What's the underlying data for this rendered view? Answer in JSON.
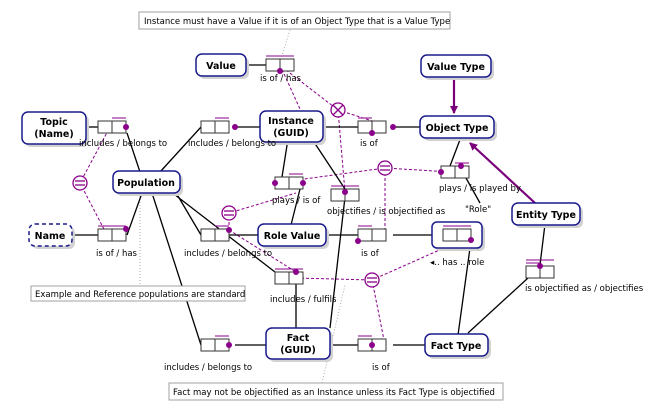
{
  "notes": {
    "value_rule": "Instance must have a Value if it is of an Object Type that is a Value Type",
    "population_rule": "Example and Reference populations are standard",
    "fact_rule": "Fact may not be objectified as an Instance unless its Fact Type is objectified"
  },
  "entities": {
    "value": "Value",
    "value_type": "Value Type",
    "topic": [
      "Topic",
      "(Name)"
    ],
    "instance": [
      "Instance",
      "(GUID)"
    ],
    "object_type": "Object Type",
    "population": "Population",
    "name": "Name",
    "role_value": "Role Value",
    "entity_type": "Entity Type",
    "fact": [
      "Fact",
      "(GUID)"
    ],
    "fact_type": "Fact Type"
  },
  "readings": {
    "value_has": "is of / has",
    "topic_includes": "includes / belongs to",
    "instance_includes": "includes / belongs to",
    "instance_is_of": "is of",
    "name_has": "is of / has",
    "plays": "plays / is of",
    "objectifies": "objectifies / is objectified as",
    "plays_role": "plays / is played by",
    "role_quote": "\"Role\"",
    "rolevalue_includes": "includes / belongs to",
    "rolevalue_is_of": "is of",
    "has_role": "◂.. has .. role",
    "fulfils": "includes / fulfils",
    "entity_objectified": "is objectified as / objectifies",
    "fact_includes": "includes / belongs to",
    "fact_is_of": "is of"
  }
}
